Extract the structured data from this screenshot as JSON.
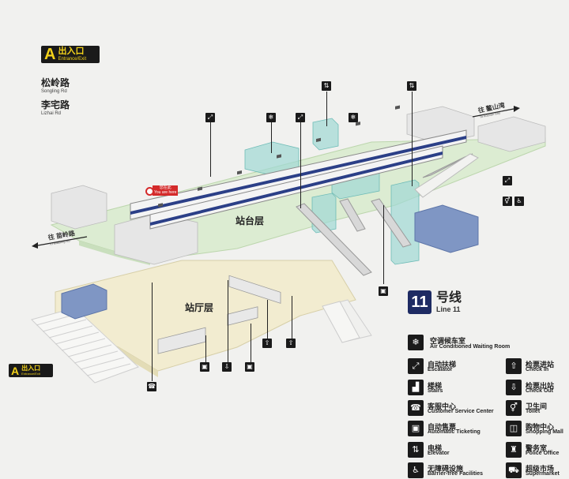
{
  "entrance_top": {
    "letter": "A",
    "cn": "出入口",
    "en": "Entrance/Exit"
  },
  "entrance_bottom": {
    "letter": "A",
    "cn": "出入口",
    "en": "Entrance/Exit"
  },
  "roads": [
    {
      "cn": "松岭路",
      "en": "Songling Rd"
    },
    {
      "cn": "李宅路",
      "en": "Lizhai Rd"
    }
  ],
  "directions": {
    "right": {
      "cn": "往 鳌山湾",
      "en": "To Aoshan Bay"
    },
    "left": {
      "cn": "往 苗岭路",
      "en": "To Miaoling Rd"
    }
  },
  "you_are_here": {
    "cn": "您在此",
    "en": "You are here"
  },
  "levels": {
    "platform": "站台层",
    "concourse": "站厅层"
  },
  "line": {
    "number": "11",
    "cn": "号线",
    "en": "Line 11",
    "color": "#1e2b63"
  },
  "legend": {
    "waiting_room": {
      "icon": "snowflake-icon",
      "glyph": "❄",
      "cn": "空调候车室",
      "en": "Air Conditioned Waiting Room"
    },
    "items": [
      {
        "icon": "escalator-icon",
        "glyph": "⤢",
        "cn": "自动扶梯",
        "en": "Escalator"
      },
      {
        "icon": "check-in-icon",
        "glyph": "⇧",
        "cn": "检票进站",
        "en": "Check In"
      },
      {
        "icon": "stairs-icon",
        "glyph": "▟",
        "cn": "楼梯",
        "en": "Stairs"
      },
      {
        "icon": "check-out-icon",
        "glyph": "⇩",
        "cn": "检票出站",
        "en": "Check Out"
      },
      {
        "icon": "customer-service-icon",
        "glyph": "☎",
        "cn": "客服中心",
        "en": "Customer Service Center"
      },
      {
        "icon": "toilet-icon",
        "glyph": "⚥",
        "cn": "卫生间",
        "en": "Toilet"
      },
      {
        "icon": "ticket-machine-icon",
        "glyph": "▣",
        "cn": "自动售票",
        "en": "Automatic Ticketing"
      },
      {
        "icon": "shopping-mall-icon",
        "glyph": "◫",
        "cn": "购物中心",
        "en": "Shopping Mall"
      },
      {
        "icon": "elevator-icon",
        "glyph": "⇅",
        "cn": "电梯",
        "en": "Elevator"
      },
      {
        "icon": "police-icon",
        "glyph": "♜",
        "cn": "警务室",
        "en": "Police Office"
      },
      {
        "icon": "barrier-free-icon",
        "glyph": "♿",
        "cn": "无障碍设施",
        "en": "Barrier-free Facilities"
      },
      {
        "icon": "supermarket-icon",
        "glyph": "⛟",
        "cn": "超级市场",
        "en": "Supermarket"
      }
    ]
  },
  "colors": {
    "background": "#f1f1ef",
    "platform_floor": "#dcecd2",
    "concourse_floor": "#f2ecd0",
    "glass": "#9fd8d4",
    "building": "#e6e6e6",
    "blue_block": "#7f96c4",
    "train_stripe": "#2b3f87",
    "label_black": "#1a1a1a",
    "entrance_yellow": "#f3d21a",
    "here_red": "#d42a2a"
  }
}
